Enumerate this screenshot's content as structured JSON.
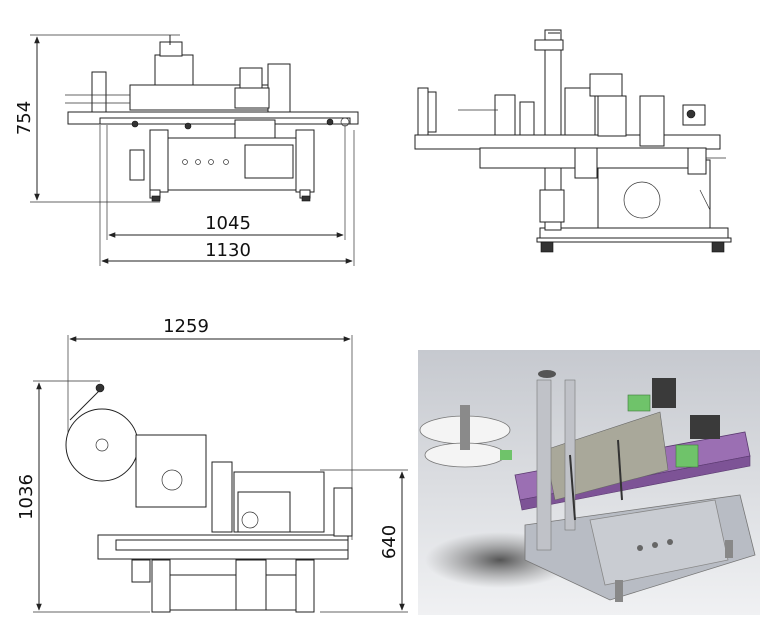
{
  "dimensions": {
    "front_height": "754",
    "front_inner_width": "1045",
    "front_outer_width": "1130",
    "top_width": "1259",
    "top_depth": "1036",
    "top_partial_depth": "640"
  },
  "colors": {
    "background": "#ffffff",
    "line": "#222222",
    "render_bg_top": "#c9ccd2",
    "render_bg_bottom": "#f2f3f5",
    "frame_gray": "#b8bcc4",
    "conveyor_purple": "#9b6fb3",
    "accent_green": "#6fc36a",
    "motor_dark": "#3a3a3a"
  }
}
